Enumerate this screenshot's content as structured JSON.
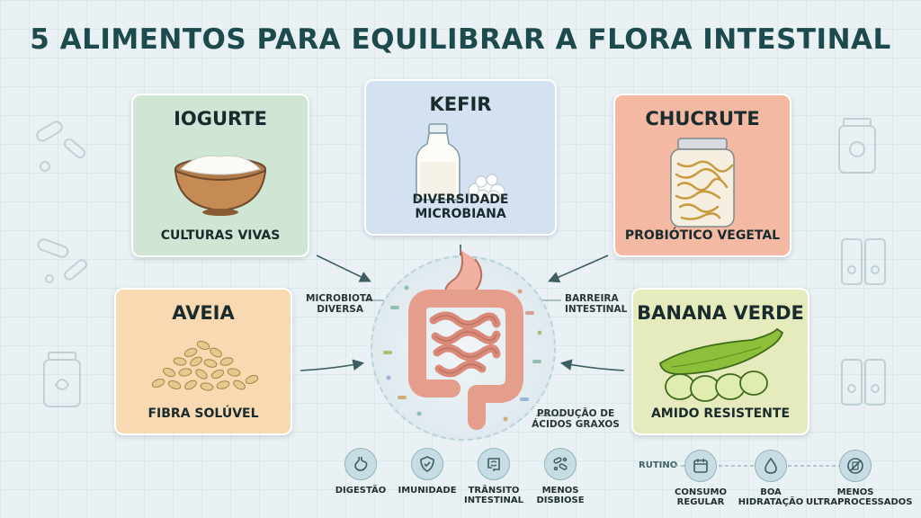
{
  "title": "5 ALIMENTOS PARA EQUILIBRAR A FLORA INTESTINAL",
  "cards": {
    "iogurte": {
      "title": "IOGURTE",
      "caption": "CULTURAS VIVAS"
    },
    "kefir": {
      "title": "KEFIR",
      "caption": "DIVERSIDADE MICROBIANA"
    },
    "chucrute": {
      "title": "CHUCRUTE",
      "caption": "PROBIÓTICO VEGETAL"
    },
    "aveia": {
      "title": "AVEIA",
      "caption": "FIBRA SOLÚVEL"
    },
    "banana": {
      "title": "BANANA VERDE",
      "caption": "AMIDO RESISTENTE"
    }
  },
  "annotations": {
    "microbiota_line1": "MICROBIOTA",
    "microbiota_line2": "DIVERSA",
    "barreira_line1": "BARREIRA",
    "barreira_line2": "INTESTINAL",
    "producao_line1": "PRODUÇÃO DE",
    "producao_line2": "ÁCIDOS GRAXOS"
  },
  "benefits": [
    {
      "line1": "DIGESTÃO",
      "line2": "",
      "icon": "stomach-icon"
    },
    {
      "line1": "IMUNIDADE",
      "line2": "",
      "icon": "shield-check-icon"
    },
    {
      "line1": "TRÂNSITO",
      "line2": "INTESTINAL",
      "icon": "intestine-icon"
    },
    {
      "line1": "MENOS",
      "line2": "DISBIOSE",
      "icon": "bacteria-icon"
    }
  ],
  "routine": {
    "label": "RUTINO",
    "items": [
      {
        "line1": "CONSUMO",
        "line2": "REGULAR",
        "icon": "calendar-icon"
      },
      {
        "line1": "BOA",
        "line2": "HIDRATAÇÃO",
        "icon": "water-drop-icon"
      },
      {
        "line1": "MENOS",
        "line2": "ULTRAPROCESSADOS",
        "icon": "no-processed-food-icon"
      }
    ]
  },
  "colors": {
    "title": "#1d4a4c",
    "iogurte_bg": "#cfe6d4",
    "kefir_bg": "#d3e1f0",
    "chucrute_bg": "#f4b9a3",
    "aveia_bg": "#f8d9b1",
    "banana_bg": "#e6ebbd",
    "gut": "#e9a493"
  }
}
